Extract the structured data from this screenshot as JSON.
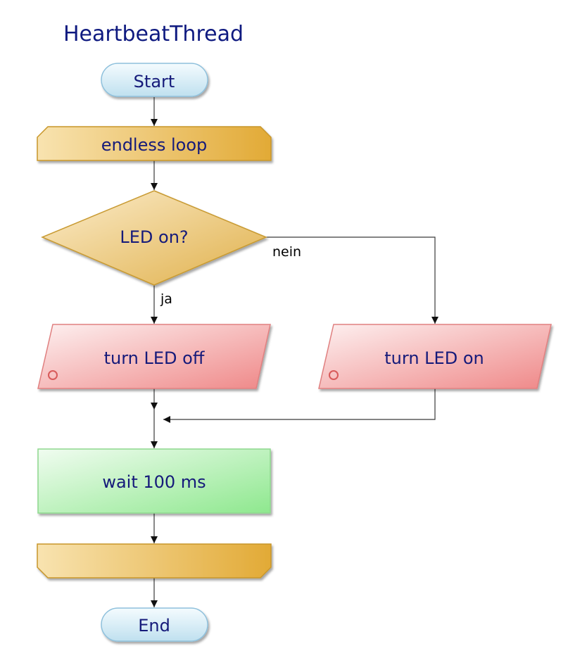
{
  "title": "HeartbeatThread",
  "nodes": {
    "start": "Start",
    "loop_start": "endless loop",
    "decision": "LED on?",
    "led_off": "turn LED off",
    "led_on": "turn LED on",
    "wait": "wait 100 ms",
    "loop_end": "",
    "end": "End"
  },
  "edges": {
    "yes_label": "ja",
    "no_label": "nein"
  },
  "colors": {
    "terminal_fill": "#d8ecf6",
    "terminal_stroke": "#86b9d6",
    "loop_fill": "#e8b94a",
    "loop_stroke": "#c8962a",
    "decision_fill": "#ecc870",
    "action_fill": "#f6b8b8",
    "action_stroke": "#e07a7a",
    "process_fill": "#b8f0b8",
    "process_stroke": "#86d486"
  }
}
